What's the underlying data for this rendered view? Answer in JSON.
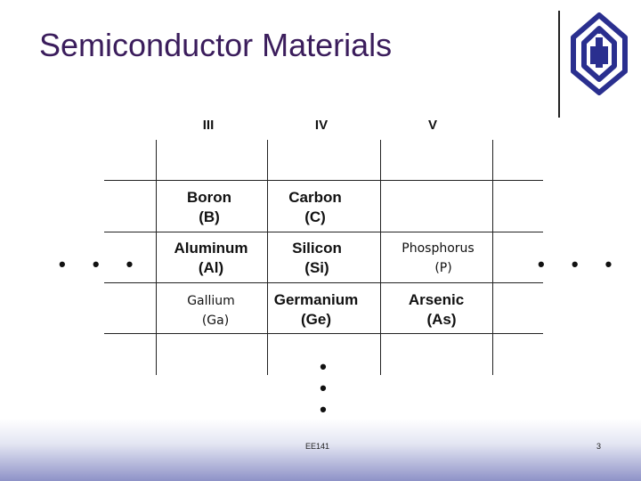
{
  "slide": {
    "title": "Semiconductor Materials",
    "footer_text": "EE141",
    "page_number": "3"
  },
  "table": {
    "column_headers": [
      "III",
      "IV",
      "V"
    ],
    "rows": [
      [
        {
          "name": "Boron",
          "symbol": "(B)"
        },
        {
          "name": "Carbon",
          "symbol": "(C)"
        },
        {
          "name": "",
          "symbol": ""
        }
      ],
      [
        {
          "name": "Aluminum",
          "symbol": "(Al)"
        },
        {
          "name": "Silicon",
          "symbol": "(Si)"
        },
        {
          "name": "Phosphorus",
          "symbol": "(P)"
        }
      ],
      [
        {
          "name": "Gallium",
          "symbol": "(Ga)"
        },
        {
          "name": "Germanium",
          "symbol": "(Ge)"
        },
        {
          "name": "Arsenic",
          "symbol": "(As)"
        }
      ]
    ],
    "ellipsis_left": "• • •",
    "ellipsis_right": "• • •",
    "ellipsis_down": "•\n•\n•"
  },
  "colors": {
    "title": "#3b1d5c",
    "logo": "#2a2f8f",
    "footer_gradient_end": "#8e92c7"
  },
  "icons": {
    "logo": "university-emblem-icon"
  }
}
